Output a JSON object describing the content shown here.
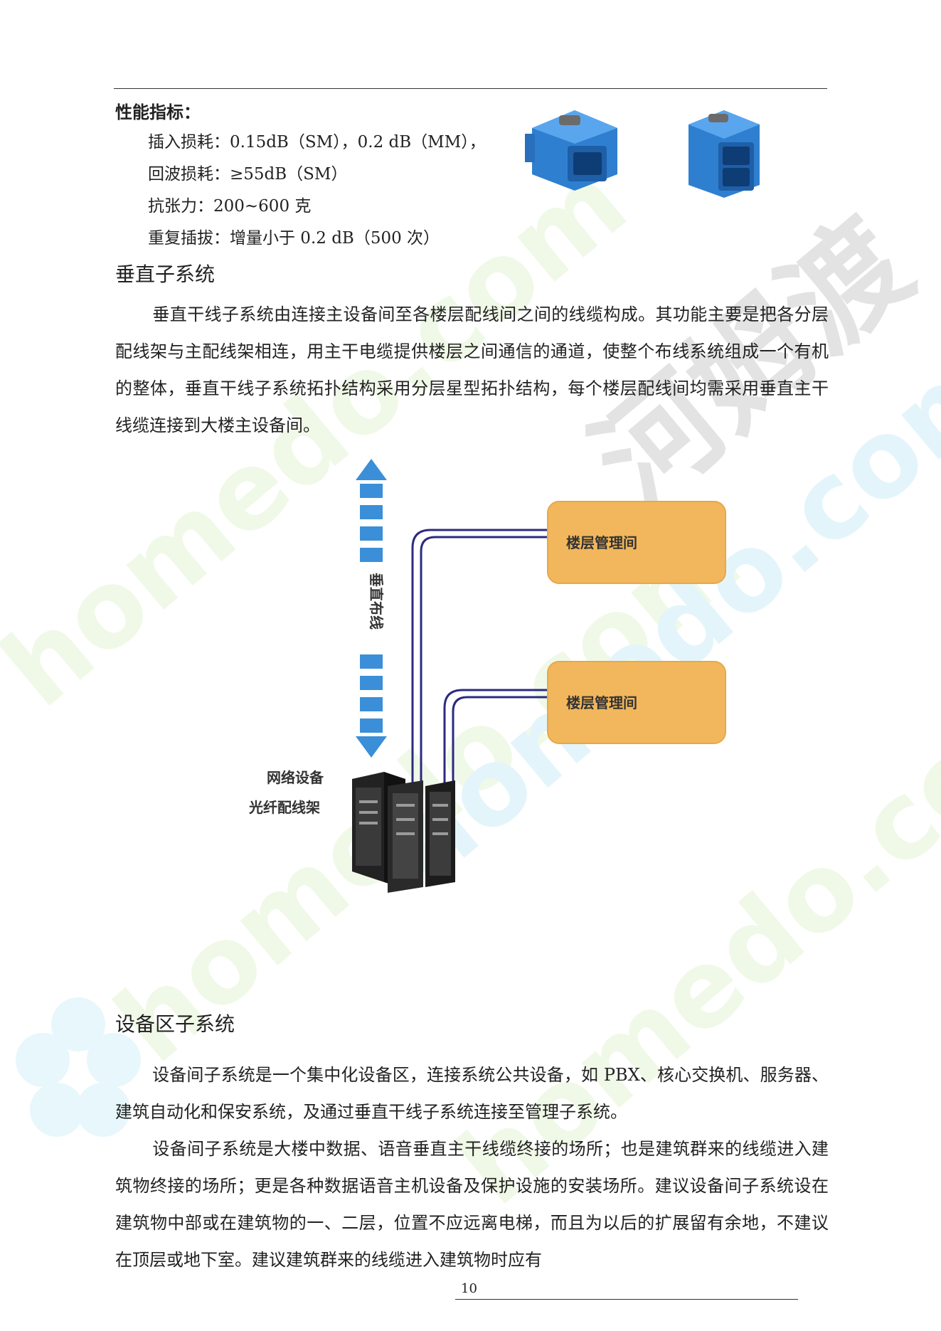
{
  "spec": {
    "title": "性能指标：",
    "lines": [
      "插入损耗：0.15dB（SM），0.2  dB（MM），",
      "回波损耗：≥55dB（SM）",
      "抗张力：200~600 克",
      "重复插拔：增量小于 0.2  dB（500 次）"
    ]
  },
  "vertical": {
    "title": "垂直子系统",
    "para": "垂直干线子系统由连接主设备间至各楼层配线间之间的线缆构成。其功能主要是把各分层配线架与主配线架相连，用主干电缆提供楼层之间通信的通道，使整个布线系统组成一个有机的整体，垂直干线子系统拓扑结构采用分层星型拓扑结构，每个楼层配线间均需采用垂直主干线缆连接到大楼主设备间。"
  },
  "diagram": {
    "arrow_label": "垂直布线",
    "box1": "楼层管理间",
    "box2": "楼层管理间",
    "rack_line1": "网络设备",
    "rack_line2": "光纤配线架",
    "colors": {
      "box": "#f2b75c",
      "cable": "#2b2b80",
      "arrow": "#3a8fd8"
    }
  },
  "equipment": {
    "title": "设备区子系统",
    "para1": "设备间子系统是一个集中化设备区，连接系统公共设备，如 PBX、核心交换机、服务器、建筑自动化和保安系统，及通过垂直干线子系统连接至管理子系统。",
    "para2": "设备间子系统是大楼中数据、语音垂直主干线缆终接的场所；也是建筑群来的线缆进入建筑物终接的场所；更是各种数据语音主机设备及保护设施的安装场所。建议设备间子系统设在建筑物中部或在建筑物的一、二层，位置不应远离电梯，而且为以后的扩展留有余地，不建议在顶层或地下室。建议建筑群来的线缆进入建筑物时应有"
  },
  "footer": {
    "page": "10"
  },
  "watermark": {
    "text_en": "homedo.com",
    "text_cn": "河姆渡"
  }
}
